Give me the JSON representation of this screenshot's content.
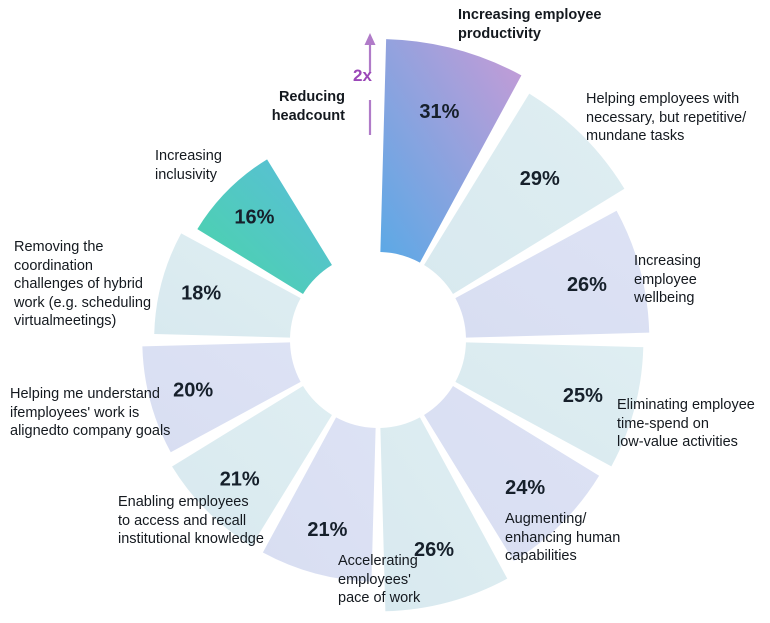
{
  "chart_data": {
    "type": "pie",
    "title": "",
    "subtitle": "",
    "variant": "radial-donut-variable-radius",
    "xlabel": "",
    "ylabel": "",
    "legend_position": "outer-labels",
    "grid": false,
    "value_suffix": "%",
    "categories": [
      "Increasing employee productivity",
      "Helping employees with necessary, but repetitive/ mundane tasks",
      "Increasing employee wellbeing",
      "Eliminating employee time-spend on low-value activities",
      "Augmenting/ enhancing human capabilities",
      "Accelerating employees' pace of work",
      "Enabling employees to access and recall institutional knowledge",
      "Helping me understand ifemployees' work is alignedto company goals",
      "Removing the coordination challenges of hybrid work (e.g. scheduling virtualmeetings)",
      "Increasing inclusivity",
      "Reducing headcount"
    ],
    "values": [
      31,
      29,
      26,
      25,
      24,
      26,
      21,
      21,
      20,
      18,
      16
    ],
    "segments": [
      {
        "id": "increasing-employee-productivity",
        "value": 31,
        "value_label": "31%",
        "label": "Increasing employee\nproductivity",
        "label_bold": true,
        "value_text_color": "#ffffff",
        "fill_start": "#c89bd6",
        "fill_end": "#5aa9e6"
      },
      {
        "id": "repetitive-mundane-tasks",
        "value": 29,
        "value_label": "29%",
        "label": "Helping employees with\nnecessary, but repetitive/\nmundane tasks",
        "label_bold": false,
        "value_text_color": "#16202b",
        "fill_start": "#dfeef2",
        "fill_end": "#d8e9ef"
      },
      {
        "id": "increasing-employee-wellbeing",
        "value": 26,
        "value_label": "26%",
        "label": "Increasing\nemployee\nwellbeing",
        "label_bold": false,
        "value_text_color": "#16202b",
        "fill_start": "#dde2f4",
        "fill_end": "#d8def2"
      },
      {
        "id": "eliminating-low-value-time-spend",
        "value": 25,
        "value_label": "25%",
        "label": "Eliminating employee\ntime-spend on\nlow-value activities",
        "label_bold": false,
        "value_text_color": "#16202b",
        "fill_start": "#dfeef2",
        "fill_end": "#d8e9ef"
      },
      {
        "id": "augmenting-human-capabilities",
        "value": 24,
        "value_label": "24%",
        "label": "Augmenting/\nenhancing human\ncapabilities",
        "label_bold": false,
        "value_text_color": "#16202b",
        "fill_start": "#dde2f4",
        "fill_end": "#d8def2"
      },
      {
        "id": "accelerating-pace-of-work",
        "value": 26,
        "value_label": "26%",
        "label": "Accelerating\nemployees'\npace of work",
        "label_bold": false,
        "value_text_color": "#16202b",
        "fill_start": "#dfeef2",
        "fill_end": "#d8e9ef"
      },
      {
        "id": "institutional-knowledge-recall",
        "value": 21,
        "value_label": "21%",
        "label": "Enabling employees\nto access and recall\ninstitutional knowledge",
        "label_bold": false,
        "value_text_color": "#16202b",
        "fill_start": "#dde2f4",
        "fill_end": "#d8def2"
      },
      {
        "id": "work-aligned-to-company-goals",
        "value": 21,
        "value_label": "21%",
        "label": "Helping me understand\nifemployees' work is\nalignedto company goals",
        "label_bold": false,
        "value_text_color": "#16202b",
        "fill_start": "#dfeef2",
        "fill_end": "#d8e9ef"
      },
      {
        "id": "hybrid-work-coordination",
        "value": 20,
        "value_label": "20%",
        "label": "Removing the\ncoordination\nchallenges of hybrid\nwork (e.g. scheduling\nvirtualmeetings)",
        "label_bold": false,
        "value_text_color": "#16202b",
        "fill_start": "#dde2f4",
        "fill_end": "#d8def2"
      },
      {
        "id": "increasing-inclusivity",
        "value": 18,
        "value_label": "18%",
        "label": "Increasing\ninclusivity",
        "label_bold": false,
        "value_text_color": "#16202b",
        "fill_start": "#dfeef2",
        "fill_end": "#d8e9ef"
      },
      {
        "id": "reducing-headcount",
        "value": 16,
        "value_label": "16%",
        "label": "Reducing\nheadcount",
        "label_bold": true,
        "value_text_color": "#18303c",
        "fill_start": "#5bbcdc",
        "fill_end": "#49d5a8"
      }
    ],
    "annotation": {
      "text": "2x",
      "color": "#9b47b8",
      "description": "arrow comparing largest segment to smallest segment"
    }
  }
}
